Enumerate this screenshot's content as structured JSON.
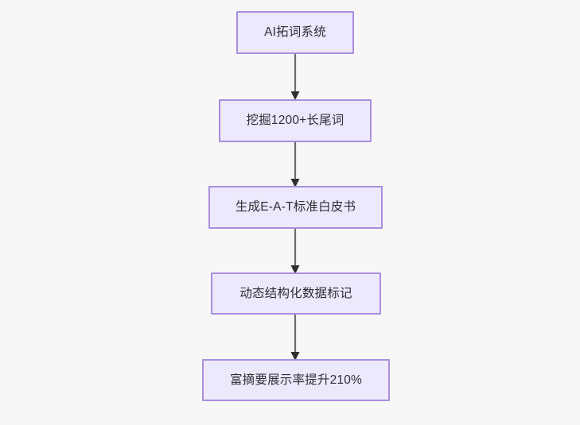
{
  "diagram": {
    "type": "flowchart",
    "direction": "top-to-bottom",
    "background_color": "#f7f7f8",
    "node_fill_color": "#ece9fd",
    "node_border_color": "#a98fdd",
    "node_text_color": "#2e2e35",
    "edge_color": "#6d6d6d",
    "arrowhead_color": "#2f2f2f",
    "nodes": [
      {
        "id": "n1",
        "label": "AI拓词系统"
      },
      {
        "id": "n2",
        "label": "挖掘1200+长尾词"
      },
      {
        "id": "n3",
        "label": "生成E-A-T标准白皮书"
      },
      {
        "id": "n4",
        "label": "动态结构化数据标记"
      },
      {
        "id": "n5",
        "label": "富摘要展示率提升210%"
      }
    ],
    "edges": [
      {
        "from": "n1",
        "to": "n2",
        "label": ""
      },
      {
        "from": "n2",
        "to": "n3",
        "label": ""
      },
      {
        "from": "n3",
        "to": "n4",
        "label": ""
      },
      {
        "from": "n4",
        "to": "n5",
        "label": ""
      }
    ]
  }
}
